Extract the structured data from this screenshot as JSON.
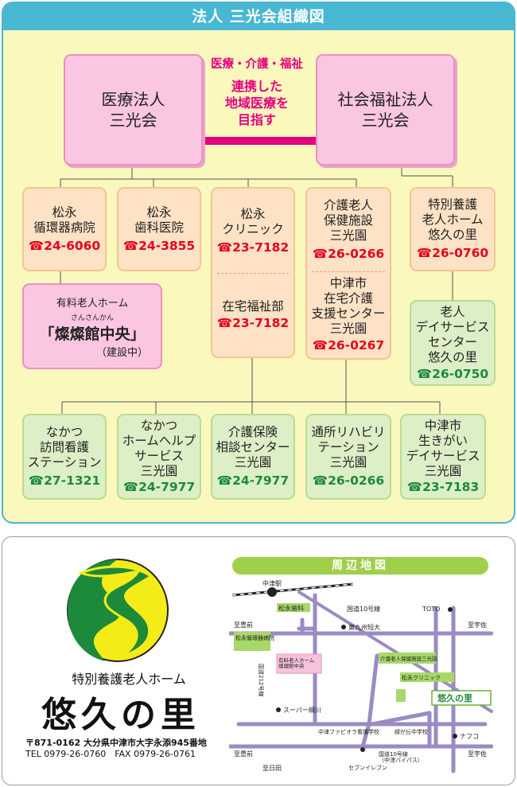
{
  "header": {
    "title": "法人 三光会組織図"
  },
  "corp_medical": {
    "line1": "医療法人",
    "line2": "三光会"
  },
  "corp_welfare": {
    "line1": "社会福祉法人",
    "line2": "三光会"
  },
  "center": {
    "line1": "医療・介護・福祉",
    "line2": "連携した",
    "line3": "地域医療を",
    "line4": "目指す"
  },
  "tel_prefix": "☎",
  "row1": [
    {
      "lines": [
        "松永",
        "循環器病院"
      ],
      "tel": "24-6060"
    },
    {
      "lines": [
        "松永",
        "歯科医院"
      ],
      "tel": "24-3855"
    },
    {
      "lines": [
        "松永",
        "クリニック"
      ],
      "tel": "23-7182"
    },
    {
      "lines": [
        "介護老人",
        "保健施設",
        "三光園"
      ],
      "tel": "26-0266"
    },
    {
      "lines": [
        "特別養護",
        "老人ホーム",
        "悠久の里"
      ],
      "tel": "26-0760"
    }
  ],
  "zaitaku": {
    "lines": [
      "在宅福祉部"
    ],
    "tel": "23-7182"
  },
  "shien": {
    "lines": [
      "中津市",
      "在宅介護",
      "支援センター",
      "三光園"
    ],
    "tel": "26-0267"
  },
  "rojin_day": {
    "lines": [
      "老人",
      "デイサービス",
      "センター",
      "悠久の里"
    ],
    "tel": "26-0750"
  },
  "yuryo": {
    "label": "有料老人ホーム",
    "ruby": "さんさんかん",
    "name": "「燦燦館中央」",
    "note": "（建設中）"
  },
  "row3": [
    {
      "lines": [
        "なかつ",
        "訪問看護",
        "ステーション"
      ],
      "tel": "27-1321"
    },
    {
      "lines": [
        "なかつ",
        "ホームヘルプ",
        "サービス",
        "三光園"
      ],
      "tel": "24-7977"
    },
    {
      "lines": [
        "介護保険",
        "相談センター",
        "三光園"
      ],
      "tel": "24-7977"
    },
    {
      "lines": [
        "通所リハビリ",
        "テーション",
        "三光園"
      ],
      "tel": "26-0266"
    },
    {
      "lines": [
        "中津市",
        "生きがい",
        "デイサービス",
        "三光園"
      ],
      "tel": "23-7183"
    }
  ],
  "facility": {
    "type": "特別養護老人ホーム",
    "name": "悠久の里",
    "address": "〒871-0162 大分県中津市大字永添945番地",
    "contact": "TEL 0979-26-0760　FAX 0979-26-0761"
  },
  "map": {
    "title": "周辺地図",
    "labels": {
      "station": "中津駅",
      "route10_top": "国道10号線",
      "toto": "TOTO",
      "to_usa_top": "至宇佐",
      "to_buzen_top": "至豊前",
      "matsunaga_dental": "松永歯科",
      "higashi_kyushu": "東九州短大",
      "matsunaga_cardio": "松永循環器病院",
      "sansankan": "有料老人ホーム\n燦燦館中央",
      "route212": "国道212号線",
      "sanko_en": "介護老人保健施設三光園",
      "matsunaga_clinic": "松永クリニック",
      "supermarket": "スーパー細川",
      "yukyu": "悠久の里",
      "fabiora": "中津ファビオラ看護学校",
      "midorigaoka": "緑が丘中学校",
      "nafco": "ナフコ",
      "to_usa_bottom": "至宇佐",
      "to_buzen_bottom": "至豊前",
      "route10_bottom": "国道10号線\n（中津バイパス）",
      "seven": "セブンイレブン",
      "to_hita": "至日田"
    }
  }
}
